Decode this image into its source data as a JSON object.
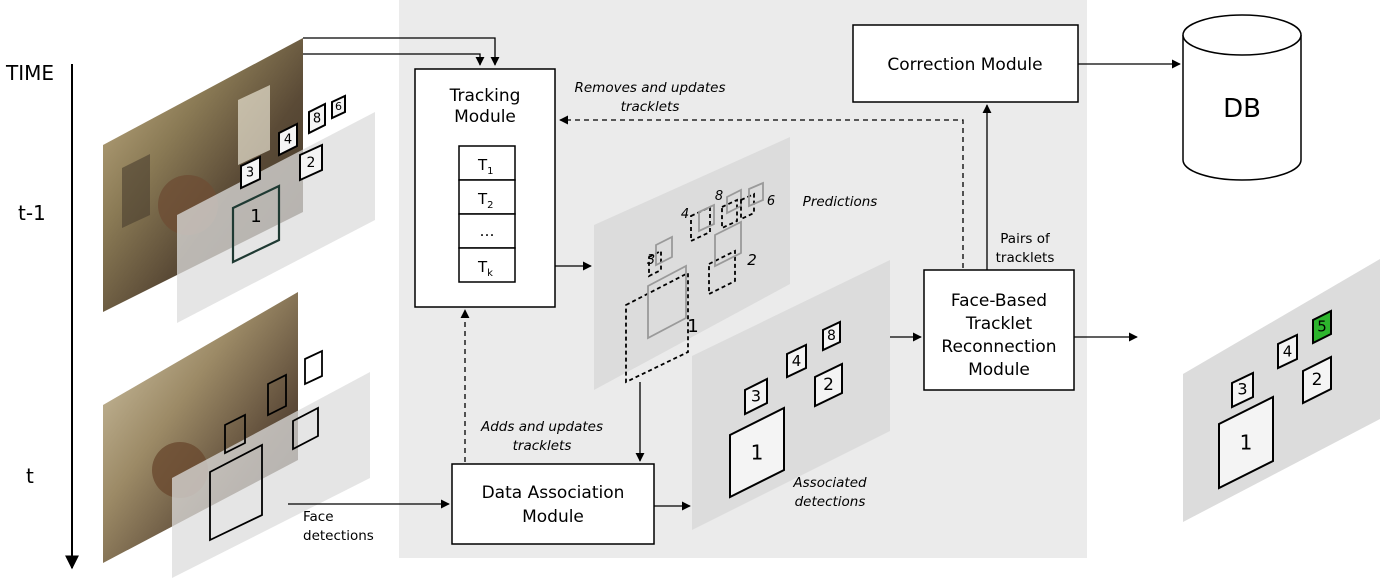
{
  "time_axis": {
    "title": "TIME",
    "ticks": [
      "t-1",
      "t"
    ]
  },
  "modules": {
    "tracking": {
      "line1": "Tracking",
      "line2": "Module",
      "tracklets": [
        "T",
        "T",
        "…",
        "T"
      ],
      "subscripts": [
        "1",
        "2",
        "",
        "k"
      ]
    },
    "correction": {
      "label": "Correction Module"
    },
    "data_association": {
      "line1": "Data Association",
      "line2": "Module"
    },
    "reconnection": {
      "line1": "Face-Based",
      "line2": "Tracklet",
      "line3": "Reconnection",
      "line4": "Module"
    },
    "database": {
      "label": "DB"
    }
  },
  "edge_labels": {
    "removes_updates": [
      "Removes and updates",
      "tracklets"
    ],
    "adds_updates": [
      "Adds and updates",
      "tracklets"
    ],
    "face_detections": [
      "Face",
      "detections"
    ],
    "pairs": [
      "Pairs of",
      "tracklets"
    ]
  },
  "panel_labels": {
    "predictions": "Predictions",
    "associated": [
      "Associated",
      "detections"
    ]
  },
  "box_ids": {
    "frame_t1": [
      "1",
      "3",
      "4",
      "2",
      "8",
      "6"
    ],
    "predictions": [
      "1",
      "3",
      "4",
      "8",
      "6",
      "2"
    ],
    "associated": [
      "1",
      "3",
      "4",
      "8",
      "2"
    ],
    "output": [
      "1",
      "3",
      "4",
      "5",
      "2"
    ]
  },
  "colors": {
    "background_panel": "#ebebeb",
    "plane": "#e0e0e0",
    "highlight_box": "#2db52d"
  }
}
